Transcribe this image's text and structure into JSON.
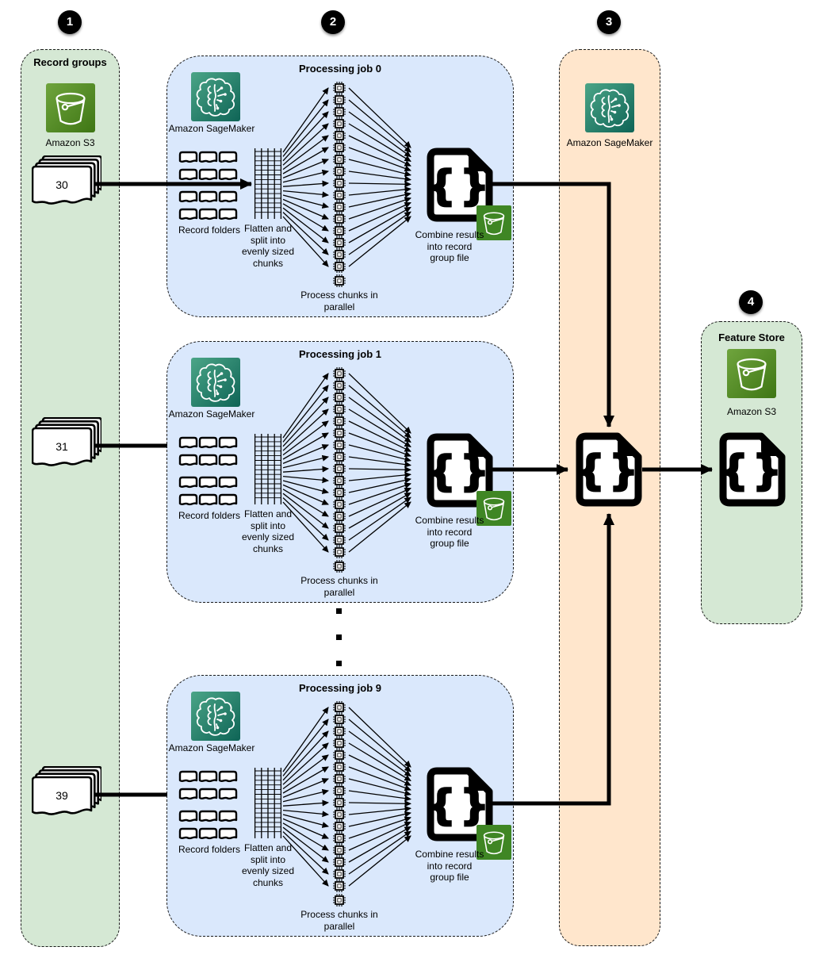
{
  "steps": [
    {
      "number": "1"
    },
    {
      "number": "2"
    },
    {
      "number": "3"
    },
    {
      "number": "4"
    }
  ],
  "record_groups": {
    "title": "Record groups",
    "s3_label": "Amazon S3",
    "stacks": [
      {
        "label": "30"
      },
      {
        "label": "31"
      },
      {
        "label": "39"
      }
    ]
  },
  "jobs": [
    {
      "title": "Processing job 0"
    },
    {
      "title": "Processing job 1"
    },
    {
      "title": "Processing job 9"
    }
  ],
  "job_labels": {
    "sagemaker": "Amazon SageMaker",
    "record_folders": "Record folders",
    "flatten": "Flatten and split into evenly sized chunks",
    "process": "Process chunks in parallel",
    "combine": "Combine results into record group file"
  },
  "combine_stage": {
    "sagemaker_label": "Amazon SageMaker"
  },
  "feature_store": {
    "title": "Feature Store",
    "s3_label": "Amazon S3"
  },
  "icons": {
    "json_braces": "{}"
  },
  "colors": {
    "record_groups_fill": "#d5e8d4",
    "job_fill": "#dae8fc",
    "combine_fill": "#ffe6cc",
    "feature_store_fill": "#d5e8d4",
    "s3_green_light": "#6fa43d",
    "s3_green_dark": "#3e7614",
    "sagemaker_teal_light": "#4ba587",
    "sagemaker_teal_dark": "#0e6456",
    "badge_green": "#3f8624"
  }
}
